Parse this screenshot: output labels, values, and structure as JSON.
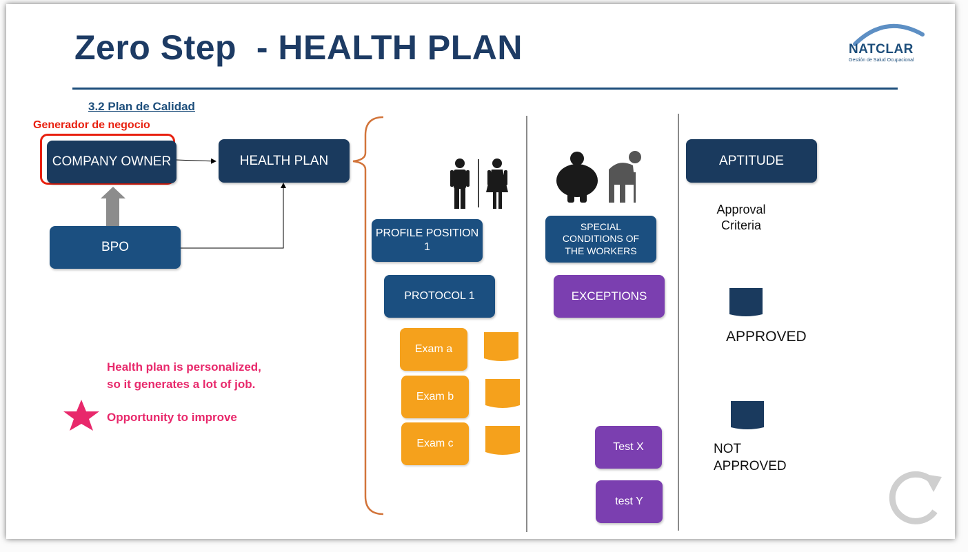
{
  "slide": {
    "title": "Zero Step  - HEALTH PLAN",
    "subtitle": "3.2  Plan de Calidad",
    "logo": {
      "name": "NATCLAR",
      "tagline": "Gestión de Salud Ocupacional"
    }
  },
  "left": {
    "generator_label": "Generador de negocio",
    "company_owner": "COMPANY OWNER",
    "health_plan": "HEALTH PLAN",
    "bpo": "BPO"
  },
  "profile": {
    "position": "PROFILE POSITION 1",
    "protocol": "PROTOCOL 1",
    "exams": [
      "Exam a",
      "Exam b",
      "Exam c"
    ]
  },
  "special": {
    "conditions": "SPECIAL CONDITIONS OF THE WORKERS",
    "exceptions": "EXCEPTIONS",
    "tests": [
      "Test X",
      "test Y"
    ]
  },
  "aptitude": {
    "title": "APTITUDE",
    "criteria": "Approval Criteria",
    "approved": "APPROVED",
    "not_approved": "NOT APPROVED"
  },
  "notes": {
    "line1": "Health plan is personalized,",
    "line2": "so it generates a lot of job.",
    "opportunity": "Opportunity to improve"
  },
  "colors": {
    "navy": "#1a3a5e",
    "blue": "#1b4f80",
    "purple": "#7b3fb0",
    "orange": "#f5a11c",
    "red": "#e8200f",
    "pink": "#e8286b"
  }
}
